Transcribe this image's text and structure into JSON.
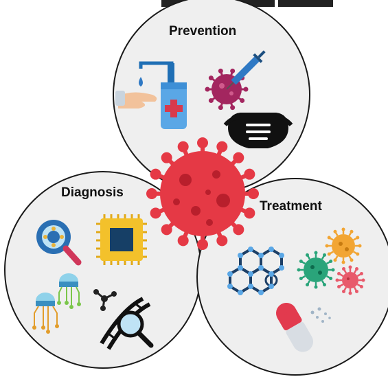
{
  "sections": {
    "prevention": {
      "label": "Prevention",
      "icons": [
        "hand-sanitizer-icon",
        "vaccine-syringe-icon",
        "face-mask-icon"
      ]
    },
    "diagnosis": {
      "label": "Diagnosis",
      "icons": [
        "magnifier-virus-icon",
        "microchip-icon",
        "nanobot-icon",
        "dna-magnifier-icon",
        "molecule-icon"
      ]
    },
    "treatment": {
      "label": "Treatment",
      "icons": [
        "graphene-molecule-icon",
        "bacteria-cluster-icon",
        "capsule-icon"
      ]
    }
  },
  "colors": {
    "circle_fill": "#efefef",
    "circle_stroke": "#1a1a1a",
    "virus": "#e53945",
    "virus_dark": "#b81f2c",
    "accent_blue": "#2f79c4",
    "accent_purple": "#a3265f"
  }
}
